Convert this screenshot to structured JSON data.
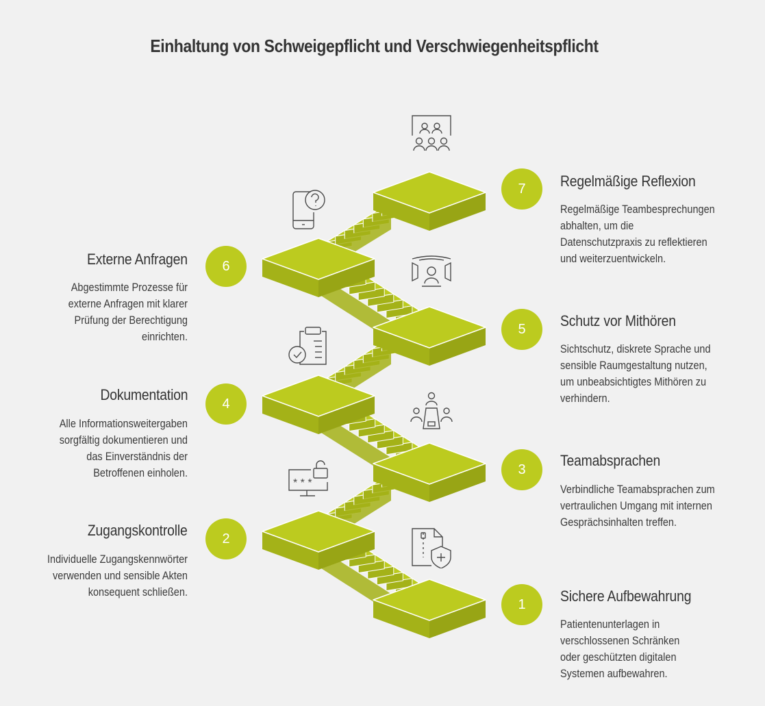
{
  "title": "Einhaltung von Schweigepflicht und Verschwiegenheitspflicht",
  "colors": {
    "accent": "#bccb1f",
    "accent_dark": "#a4b218",
    "background": "#f1f1f1",
    "text": "#333333"
  },
  "steps": [
    {
      "number": "1",
      "title": "Sichere Aufbewahrung",
      "lines": [
        "Patientenunterlagen in",
        "verschlossenen Schränken",
        "oder geschützten digitalen",
        "Systemen aufbewahren."
      ],
      "icon": "document-shield-icon"
    },
    {
      "number": "2",
      "title": "Zugangskontrolle",
      "lines": [
        "Individuelle Zugangskennwörter",
        "verwenden und sensible Akten",
        "konsequent schließen."
      ],
      "icon": "password-lock-icon"
    },
    {
      "number": "3",
      "title": "Teamabsprachen",
      "lines": [
        "Verbindliche Teamabsprachen zum",
        "vertraulichen Umgang mit internen",
        "Gesprächsinhalten treffen."
      ],
      "icon": "team-meeting-icon"
    },
    {
      "number": "4",
      "title": "Dokumentation",
      "lines": [
        "Alle Informationsweitergaben",
        "sorgfältig dokumentieren und",
        "das Einverständnis der",
        "Betroffenen einholen."
      ],
      "icon": "clipboard-check-icon"
    },
    {
      "number": "5",
      "title": "Schutz vor Mithören",
      "lines": [
        "Sichtschutz, diskrete Sprache und",
        "sensible Raumgestaltung nutzen,",
        "um unbeabsichtigtes Mithören zu",
        "verhindern."
      ],
      "icon": "private-booth-icon"
    },
    {
      "number": "6",
      "title": "Externe Anfragen",
      "lines": [
        "Abgestimmte Prozesse für",
        "externe Anfragen mit klarer",
        "Prüfung der Berechtigung",
        "einrichten."
      ],
      "icon": "phone-question-icon"
    },
    {
      "number": "7",
      "title": "Regelmäßige Reflexion",
      "lines": [
        "Regelmäßige Teambesprechungen",
        "abhalten, um die",
        "Datenschutzpraxis zu reflektieren",
        "und weiterzuentwickeln."
      ],
      "icon": "group-presentation-icon"
    }
  ]
}
